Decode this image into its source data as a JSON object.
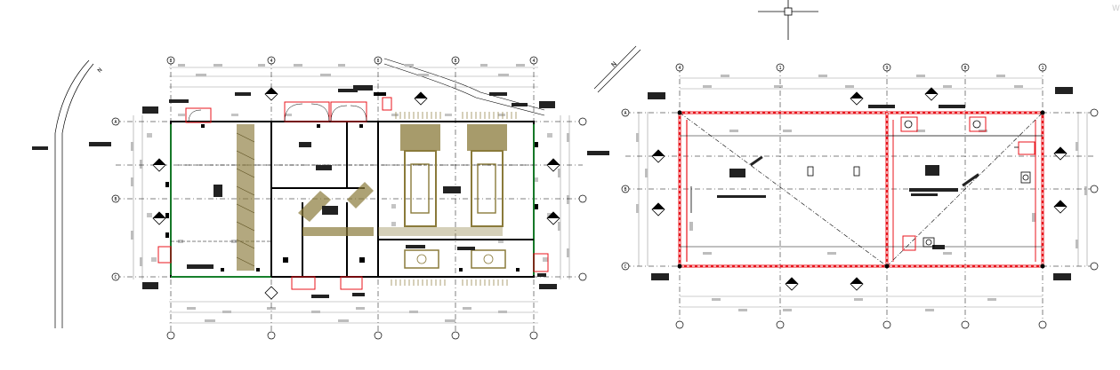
{
  "drawing": {
    "background": "#ffffff",
    "line_color": "#000000",
    "accent_red": "#e8141c",
    "accent_green": "#1faa3a",
    "fixture_olive": "#8a7a3a",
    "dim_gray": "#b9b9b9",
    "corner_label": "W"
  },
  "plan_left": {
    "grid_labels_top": [
      "8",
      "4",
      "8",
      "8",
      "4"
    ],
    "grid_labels_side": [
      "A",
      "B",
      "C"
    ]
  },
  "plan_right": {
    "grid_labels_top": [
      "4",
      "1",
      "9",
      "8",
      "1"
    ],
    "grid_labels_side": [
      "A",
      "B",
      "C"
    ]
  }
}
